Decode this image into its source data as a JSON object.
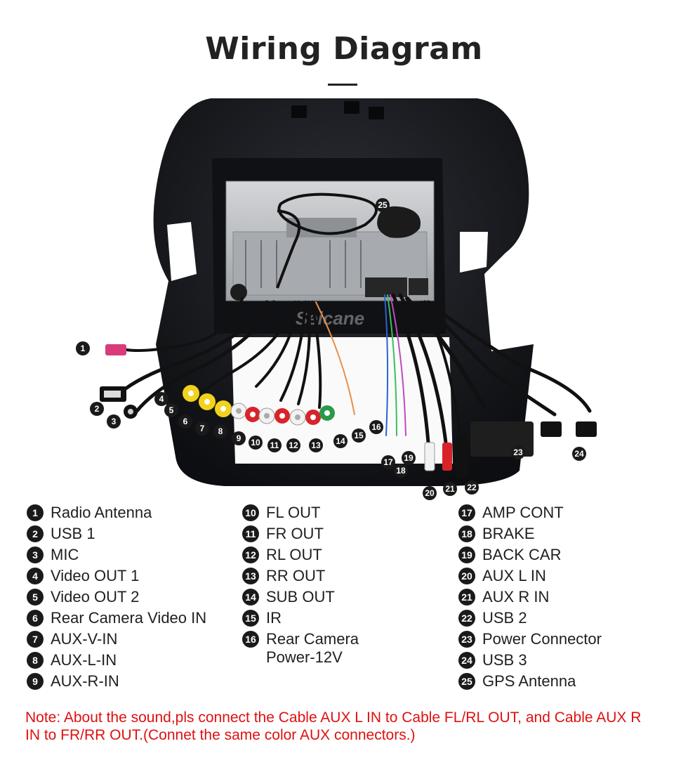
{
  "title": "Wiring Diagram",
  "watermark": "Seicane",
  "legend": [
    {
      "num": "1",
      "label": "Radio Antenna"
    },
    {
      "num": "2",
      "label": "USB 1"
    },
    {
      "num": "3",
      "label": "MIC"
    },
    {
      "num": "4",
      "label": "Video OUT 1"
    },
    {
      "num": "5",
      "label": "Video OUT 2"
    },
    {
      "num": "6",
      "label": "Rear Camera Video IN"
    },
    {
      "num": "7",
      "label": "AUX-V-IN"
    },
    {
      "num": "8",
      "label": "AUX-L-IN"
    },
    {
      "num": "9",
      "label": "AUX-R-IN"
    },
    {
      "num": "10",
      "label": "FL OUT"
    },
    {
      "num": "11",
      "label": "FR OUT"
    },
    {
      "num": "12",
      "label": "RL OUT"
    },
    {
      "num": "13",
      "label": "RR OUT"
    },
    {
      "num": "14",
      "label": "SUB OUT"
    },
    {
      "num": "15",
      "label": "IR"
    },
    {
      "num": "16",
      "label": "Rear Camera\nPower-12V"
    },
    {
      "num": "17",
      "label": "AMP CONT"
    },
    {
      "num": "18",
      "label": "BRAKE"
    },
    {
      "num": "19",
      "label": "BACK CAR"
    },
    {
      "num": "20",
      "label": "AUX L IN"
    },
    {
      "num": "21",
      "label": "AUX R IN"
    },
    {
      "num": "22",
      "label": "USB 2"
    },
    {
      "num": "23",
      "label": "Power Connector"
    },
    {
      "num": "24",
      "label": "USB 3"
    },
    {
      "num": "25",
      "label": "GPS Antenna"
    }
  ],
  "note": "Note: About the sound,pls connect the Cable AUX L IN to Cable FL/RL OUT, and Cable AUX R IN to  FR/RR OUT.(Connet the same color AUX connectors.)",
  "colors": {
    "note": "#e01010",
    "bezel": "#15171c",
    "chassis": "#b9bcc0",
    "rca_yellow": "#f2d21b",
    "rca_red": "#d8232a",
    "rca_white": "#f2f2f2",
    "rca_green": "#2a9a4a"
  }
}
